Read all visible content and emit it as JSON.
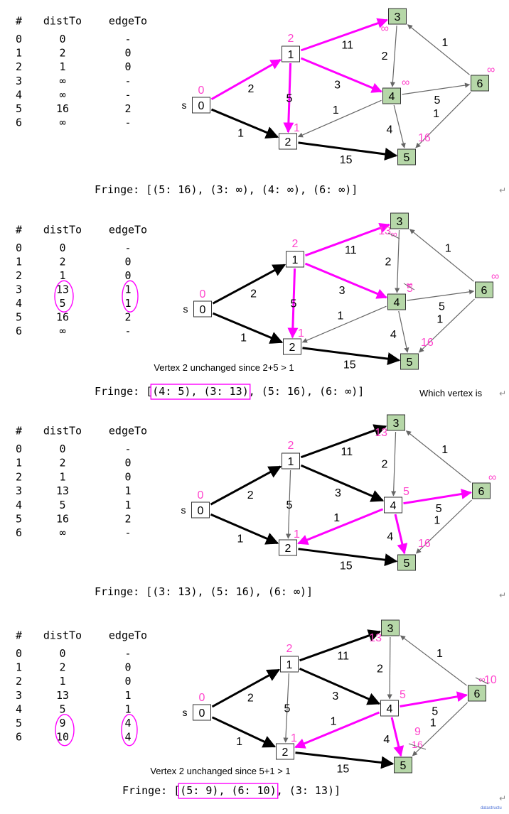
{
  "colors": {
    "magenta": "#ff00ff",
    "pink_label": "#ff44cc",
    "visited_fill": "#b6d7a8",
    "edge_gray": "#666666",
    "edge_black": "#000000"
  },
  "panels": [
    {
      "table": {
        "headers": [
          "#",
          "distTo",
          "edgeTo"
        ],
        "rows": [
          [
            "0",
            "0",
            "-"
          ],
          [
            "1",
            "2",
            "0"
          ],
          [
            "2",
            "1",
            "0"
          ],
          [
            "3",
            "∞",
            "-"
          ],
          [
            "4",
            "∞",
            "-"
          ],
          [
            "5",
            "16",
            "2"
          ],
          [
            "6",
            "∞",
            "-"
          ]
        ]
      },
      "fringe": "Fringe: [(5: 16), (3: ∞), (4: ∞), (6: ∞)]",
      "vertices": [
        "0",
        "1",
        "2",
        "3",
        "4",
        "5",
        "6"
      ],
      "s_label": "s",
      "dist_labels": [
        "0",
        "2",
        "1",
        "∞",
        "∞",
        "16",
        "∞"
      ],
      "edge_weights": [
        "2",
        "1",
        "11",
        "3",
        "5",
        "15",
        "2",
        "4",
        "5",
        "1",
        "1",
        "1"
      ]
    },
    {
      "table": {
        "headers": [
          "#",
          "distTo",
          "edgeTo"
        ],
        "rows": [
          [
            "0",
            "0",
            "-"
          ],
          [
            "1",
            "2",
            "0"
          ],
          [
            "2",
            "1",
            "0"
          ],
          [
            "3",
            "13",
            "1"
          ],
          [
            "4",
            "5",
            "1"
          ],
          [
            "5",
            "16",
            "2"
          ],
          [
            "6",
            "∞",
            "-"
          ]
        ]
      },
      "fringe_prefix": "Fringe: [",
      "fringe_boxed": "(4: 5), (3: 13)",
      "fringe_suffix": ", (5: 16), (6: ∞)]",
      "note": "Vertex 2 unchanged since 2+5 > 1",
      "side_note": "Which vertex is",
      "vertices": [
        "0",
        "1",
        "2",
        "3",
        "4",
        "5",
        "6"
      ],
      "s_label": "s",
      "dist_labels": [
        "0",
        "2",
        "1",
        "13",
        "5",
        "16",
        "∞"
      ],
      "strike_labels": [
        "∞",
        "∞"
      ],
      "edge_weights": [
        "2",
        "1",
        "11",
        "3",
        "5",
        "15",
        "2",
        "4",
        "5",
        "1",
        "1",
        "1"
      ]
    },
    {
      "table": {
        "headers": [
          "#",
          "distTo",
          "edgeTo"
        ],
        "rows": [
          [
            "0",
            "0",
            "-"
          ],
          [
            "1",
            "2",
            "0"
          ],
          [
            "2",
            "1",
            "0"
          ],
          [
            "3",
            "13",
            "1"
          ],
          [
            "4",
            "5",
            "1"
          ],
          [
            "5",
            "16",
            "2"
          ],
          [
            "6",
            "∞",
            "-"
          ]
        ]
      },
      "fringe": "Fringe: [(3: 13), (5: 16), (6: ∞)]",
      "vertices": [
        "0",
        "1",
        "2",
        "3",
        "4",
        "5",
        "6"
      ],
      "s_label": "s",
      "dist_labels": [
        "0",
        "2",
        "1",
        "13",
        "5",
        "16",
        "∞"
      ],
      "edge_weights": [
        "2",
        "1",
        "11",
        "3",
        "5",
        "15",
        "2",
        "4",
        "5",
        "1",
        "1",
        "1"
      ]
    },
    {
      "table": {
        "headers": [
          "#",
          "distTo",
          "edgeTo"
        ],
        "rows": [
          [
            "0",
            "0",
            "-"
          ],
          [
            "1",
            "2",
            "0"
          ],
          [
            "2",
            "1",
            "0"
          ],
          [
            "3",
            "13",
            "1"
          ],
          [
            "4",
            "5",
            "1"
          ],
          [
            "5",
            "9",
            "4"
          ],
          [
            "6",
            "10",
            "4"
          ]
        ]
      },
      "fringe_prefix": "Fringe: [",
      "fringe_boxed": "(5: 9), (6: 10)",
      "fringe_suffix": ", (3: 13)]",
      "note": "Vertex 2 unchanged since 5+1 > 1",
      "watermark": "datastructu",
      "vertices": [
        "0",
        "1",
        "2",
        "3",
        "4",
        "5",
        "6"
      ],
      "s_label": "s",
      "dist_labels": [
        "0",
        "2",
        "1",
        "13",
        "5",
        "9",
        "10"
      ],
      "strike_labels": [
        "16",
        "∞"
      ],
      "edge_weights": [
        "2",
        "1",
        "11",
        "3",
        "5",
        "15",
        "2",
        "4",
        "5",
        "1",
        "1",
        "1"
      ]
    }
  ]
}
